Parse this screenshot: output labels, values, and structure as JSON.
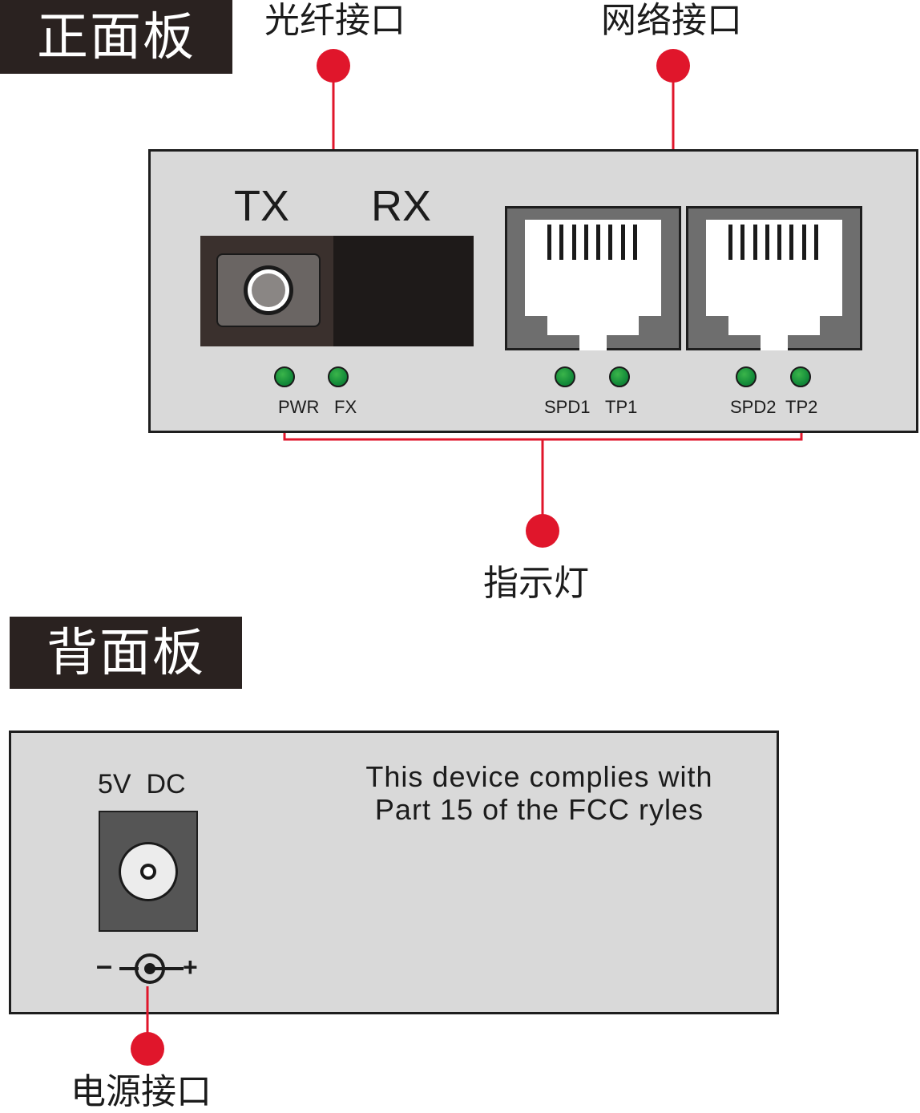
{
  "front_panel": {
    "title": "正面板",
    "callouts": {
      "fiber": "光纤接口",
      "network": "网络接口",
      "indicators": "指示灯"
    },
    "fiber_labels": {
      "tx": "TX",
      "rx": "RX"
    },
    "leds": [
      {
        "label": "PWR"
      },
      {
        "label": "FX"
      },
      {
        "label": "SPD1"
      },
      {
        "label": "TP1"
      },
      {
        "label": "SPD2"
      },
      {
        "label": "TP2"
      }
    ]
  },
  "back_panel": {
    "title": "背面板",
    "power_label": "5V  DC",
    "polarity_minus": "–",
    "polarity_plus": "+",
    "compliance_text_line1": "This device complies with",
    "compliance_text_line2": "Part 15 of the FCC ryles",
    "callout_power": "电源接口"
  },
  "colors": {
    "title_bg": "#2a2220",
    "accent_red": "#e0162b",
    "panel_bg": "#d9d9d9",
    "led_green": "#148c3a"
  }
}
